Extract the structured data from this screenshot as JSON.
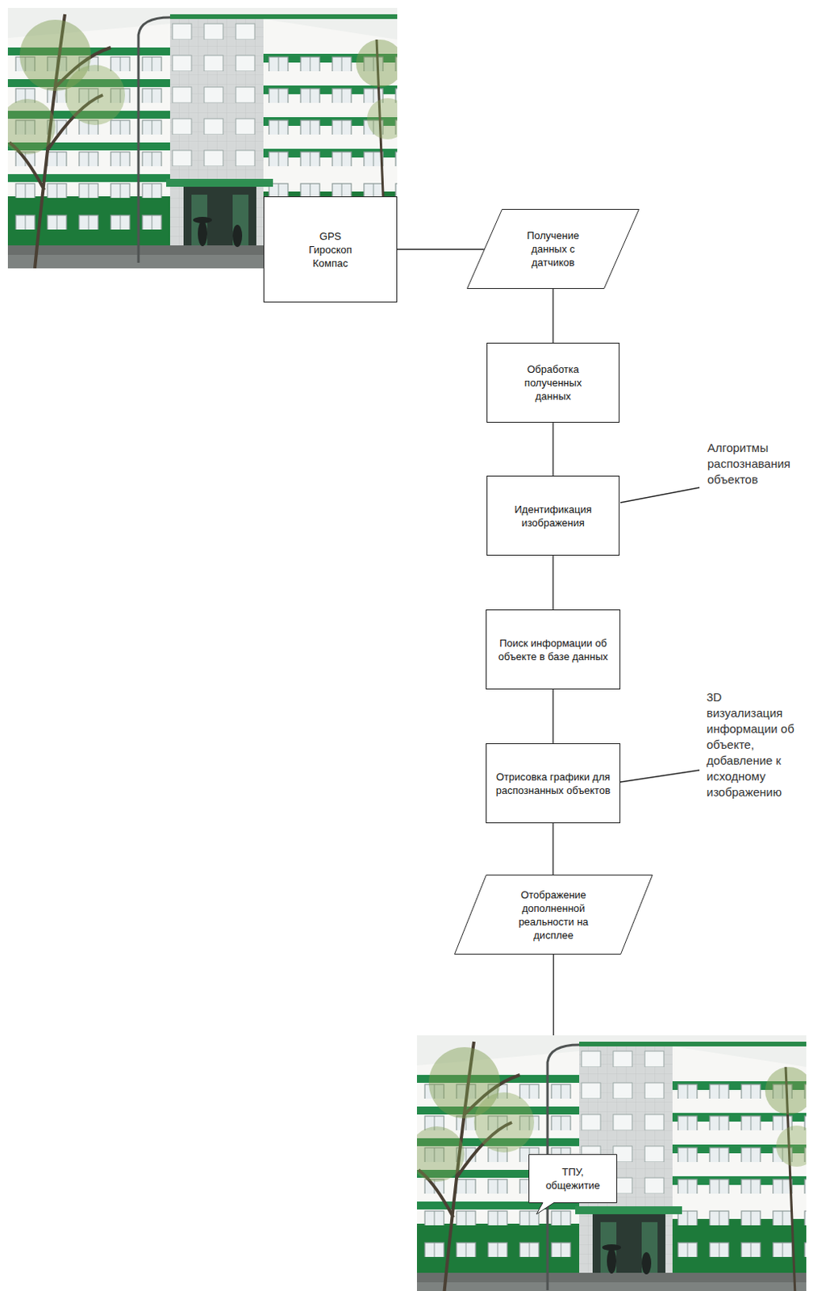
{
  "diagram": {
    "nodes": [
      {
        "text": [
          "GPS Гироскоп Компас"
        ]
      },
      {
        "text": [
          "Получение данных с датчиков"
        ]
      },
      {
        "text": [
          "Обработка полученных данных"
        ]
      },
      {
        "text": [
          "Идентификация изображения"
        ]
      },
      {
        "text": [
          "Поиск информации об объекте в базе данных"
        ]
      },
      {
        "text": [
          "Отрисовка графики для распознанных объектов"
        ]
      },
      {
        "text": [
          "Отображение дополненной реальности на дисплее"
        ]
      },
      {
        "text": [
          "ТПУ, общежитие"
        ]
      }
    ],
    "edges": [
      {
        "from": 0,
        "to": 1,
        "arrow": "none"
      },
      {
        "from": 1,
        "to": 2,
        "arrow": "none"
      },
      {
        "from": 2,
        "to": 3,
        "arrow": "none"
      },
      {
        "from": 3,
        "to": 4,
        "arrow": "none"
      },
      {
        "from": 4,
        "to": 5,
        "arrow": "none"
      },
      {
        "from": 5,
        "to": 6,
        "arrow": "none"
      }
    ],
    "labels": [
      "Алгоритмы распознавания объектов",
      "3D визуализация информации об объекте, добавление к исходному изображению"
    ]
  }
}
